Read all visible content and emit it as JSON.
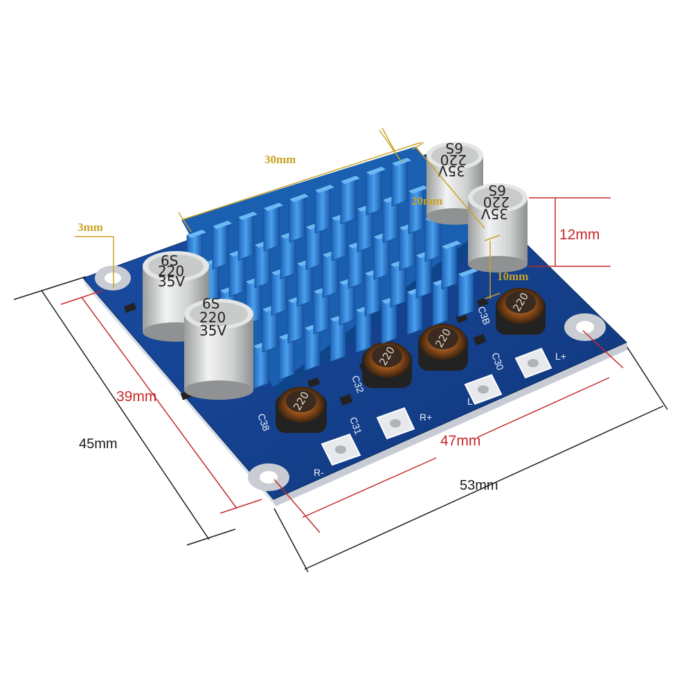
{
  "dimensions": {
    "heatsink_length": "30mm",
    "heatsink_width": "20mm",
    "heatsink_height": "10mm",
    "capacitor_height": "12mm",
    "hole_diameter": "3mm",
    "board_width": "45mm",
    "hole_spacing_width": "39mm",
    "hole_spacing_length": "47mm",
    "board_length": "53mm"
  },
  "components": {
    "capacitor_label": [
      "6S",
      "220",
      "35V"
    ],
    "inductor_label": "220",
    "terminal_labels": [
      "R-",
      "R+",
      "L-",
      "L+"
    ],
    "silkscreen_refs": [
      "C38",
      "C32",
      "C31",
      "C30",
      "C3B"
    ]
  },
  "colors": {
    "dimension_black": "#1a1a1a",
    "dimension_red": "#c62828",
    "dimension_gold": "#c9a227",
    "pcb_blue": "#143d8a",
    "heatsink_blue": "#2f7fd6",
    "capacitor_silver": "#d6d8d8"
  }
}
